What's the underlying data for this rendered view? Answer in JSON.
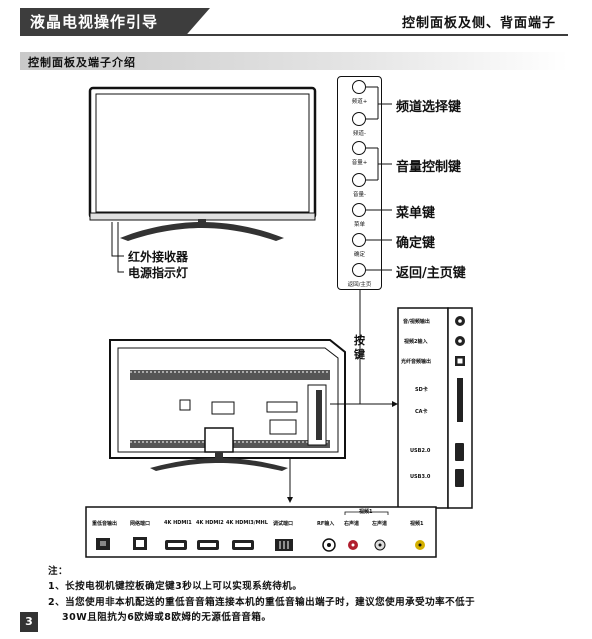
{
  "header": {
    "title": "液晶电视操作引导",
    "right_title": "控制面板及侧、背面端子"
  },
  "section": {
    "title": "控制面板及端子介绍"
  },
  "panel": {
    "buttons": [
      {
        "label": "频道+"
      },
      {
        "label": "频道-"
      },
      {
        "label": "音量+"
      },
      {
        "label": "音量-"
      },
      {
        "label": "菜单"
      },
      {
        "label": "确定"
      },
      {
        "label": "返回/主页"
      }
    ],
    "callouts": {
      "channel": "频道选择键",
      "volume": "音量控制键",
      "menu": "菜单键",
      "ok": "确定键",
      "back": "返回/主页键"
    }
  },
  "front": {
    "ir_receiver": "红外接收器",
    "power_indicator": "电源指示灯"
  },
  "keys_label": "按键",
  "side_ports": {
    "labels": [
      "音/视频输出",
      "视频2输入",
      "光纤音频输出",
      "SD卡",
      "CA卡",
      "USB2.0",
      "USB3.0"
    ]
  },
  "back_ports": {
    "labels": [
      "重低音输出",
      "网络端口",
      "4K HDMI1",
      "4K HDMI2",
      "4K HDMI3/MHL",
      "调试端口",
      "RF输入",
      "右声道",
      "左声道",
      "视频1"
    ],
    "group_label": "视频1"
  },
  "notes": {
    "heading": "注：",
    "items": [
      "1、长按电视机键控板确定键3秒以上可以实现系统待机。",
      "2、当您使用非本机配送的重低音音箱连接本机的重低音输出端子时，建议您使用承受功率不低于",
      "30W且阻抗为6欧姆或8欧姆的无源低音音箱。"
    ]
  },
  "page_number": "3"
}
